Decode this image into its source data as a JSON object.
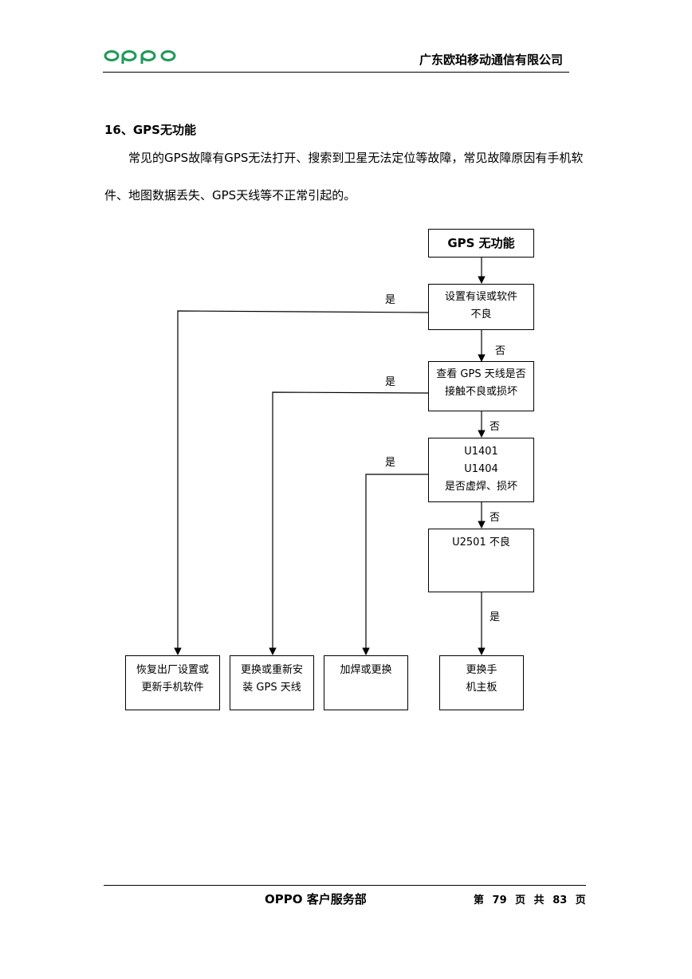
{
  "header": {
    "logo_text": "oppo",
    "company": "广东欧珀移动通信有限公司"
  },
  "section": {
    "title": "16、GPS无功能",
    "paragraph_line1": "常见的GPS故障有GPS无法打开、搜索到卫星无法定位等故障，常见故障原因有手机软",
    "paragraph_line2": "件、地图数据丢失、GPS天线等不正常引起的。"
  },
  "flowchart": {
    "start": "GPS 无功能",
    "check1": [
      "设置有误或软件",
      "不良"
    ],
    "check2": [
      "查看 GPS 天线是否",
      "接触不良或损坏"
    ],
    "check3": [
      "U1401",
      "U1404",
      "是否虚焊、损坏"
    ],
    "check4": "U2501 不良",
    "yes": "是",
    "no": "否",
    "result1": [
      "恢复出厂设置或",
      "更新手机软件"
    ],
    "result2": [
      "更换或重新安",
      "装 GPS 天线"
    ],
    "result3": "加焊或更换",
    "result4": [
      "更换手",
      "机主板"
    ]
  },
  "footer": {
    "department": "OPPO 客户服务部",
    "page_info": "第 79 页 共 83 页"
  },
  "colors": {
    "logo": "#1f9a5a",
    "line": "#000000"
  }
}
